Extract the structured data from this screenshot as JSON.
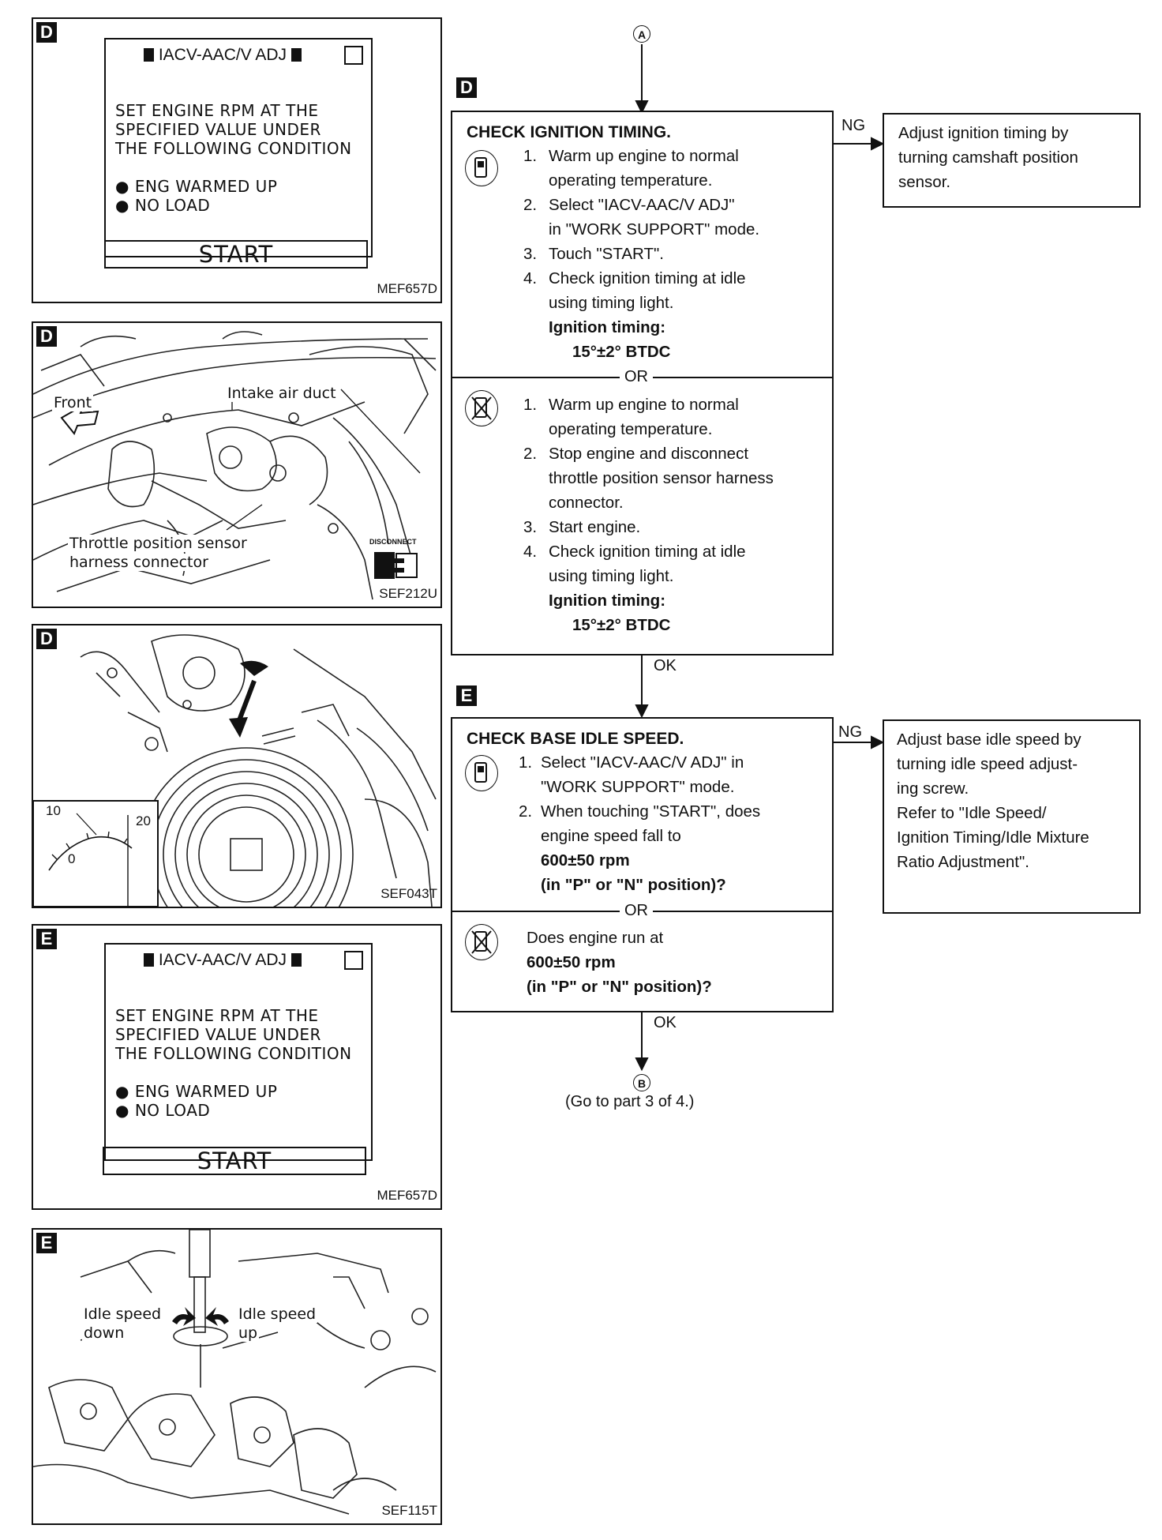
{
  "panels": [
    {
      "tag": "D",
      "code": "MEF657D",
      "screen": {
        "title": "IACV-AAC/V ADJ",
        "lines": [
          "SET ENGINE RPM AT THE",
          "SPECIFIED VALUE UNDER",
          "THE FOLLOWING CONDITION"
        ],
        "conditions": [
          "ENG WARMED UP",
          "NO LOAD"
        ],
        "start": "START"
      }
    },
    {
      "tag": "D",
      "code": "SEF212U",
      "labels": {
        "front": "Front",
        "duct": "Intake air duct",
        "tps1": "Throttle position sensor",
        "tps2": "harness connector",
        "disconnect": "DISCONNECT"
      }
    },
    {
      "tag": "D",
      "code": "SEF043T",
      "gauge": {
        "t10": "10",
        "t20": "20",
        "t0": "0"
      }
    },
    {
      "tag": "E",
      "code": "MEF657D",
      "screen": {
        "title": "IACV-AAC/V ADJ",
        "lines": [
          "SET ENGINE RPM AT THE",
          "SPECIFIED VALUE UNDER",
          "THE FOLLOWING CONDITION"
        ],
        "conditions": [
          "ENG WARMED UP",
          "NO LOAD"
        ],
        "start": "START"
      }
    },
    {
      "tag": "E",
      "code": "SEF115T",
      "labels": {
        "down1": "Idle speed",
        "down2": "down",
        "up1": "Idle speed",
        "up2": "up"
      }
    }
  ],
  "flow": {
    "connector_top": "A",
    "connector_bottom": "B",
    "goto": "(Go to part 3 of 4.)",
    "d": {
      "tag": "D",
      "title": "CHECK IGNITION TIMING.",
      "with_tool": [
        {
          "n": "1.",
          "lines": [
            "Warm up engine to normal",
            "operating temperature."
          ]
        },
        {
          "n": "2.",
          "lines": [
            "Select  \"IACV-AAC/V ADJ\"",
            "in \"WORK SUPPORT\" mode."
          ]
        },
        {
          "n": "3.",
          "lines": [
            "Touch \"START\"."
          ]
        },
        {
          "n": "4.",
          "lines": [
            "Check ignition timing at idle",
            "using timing light."
          ]
        }
      ],
      "spec_label": "Ignition timing:",
      "spec_value": "15°±2° BTDC",
      "or": "OR",
      "without_tool": [
        {
          "n": "1.",
          "lines": [
            "Warm up engine to normal",
            "operating temperature."
          ]
        },
        {
          "n": "2.",
          "lines": [
            "Stop engine and disconnect",
            "throttle position sensor harness",
            "connector."
          ]
        },
        {
          "n": "3.",
          "lines": [
            "Start engine."
          ]
        },
        {
          "n": "4.",
          "lines": [
            "Check ignition timing at idle",
            "using timing light."
          ]
        }
      ],
      "ng": "NG",
      "ng_action": [
        "Adjust ignition timing by",
        "turning camshaft position",
        "sensor."
      ],
      "ok": "OK"
    },
    "e": {
      "tag": "E",
      "title": "CHECK BASE IDLE SPEED.",
      "with_tool": [
        {
          "n": "1.",
          "lines": [
            "Select \"IACV-AAC/V ADJ\" in",
            "\"WORK SUPPORT\" mode."
          ]
        },
        {
          "n": "2.",
          "lines": [
            "When touching \"START\", does",
            "engine speed fall to"
          ]
        }
      ],
      "spec_rpm": "600±50 rpm",
      "spec_pos": "(in \"P\" or \"N\" position)?",
      "or": "OR",
      "without_tool_q": "Does engine run at",
      "ng": "NG",
      "ng_action": [
        "Adjust base idle speed by",
        "turning idle speed adjust-",
        "ing screw.",
        "Refer to \"Idle Speed/",
        "Ignition Timing/Idle Mixture",
        "Ratio Adjustment\"."
      ],
      "ok": "OK"
    }
  }
}
